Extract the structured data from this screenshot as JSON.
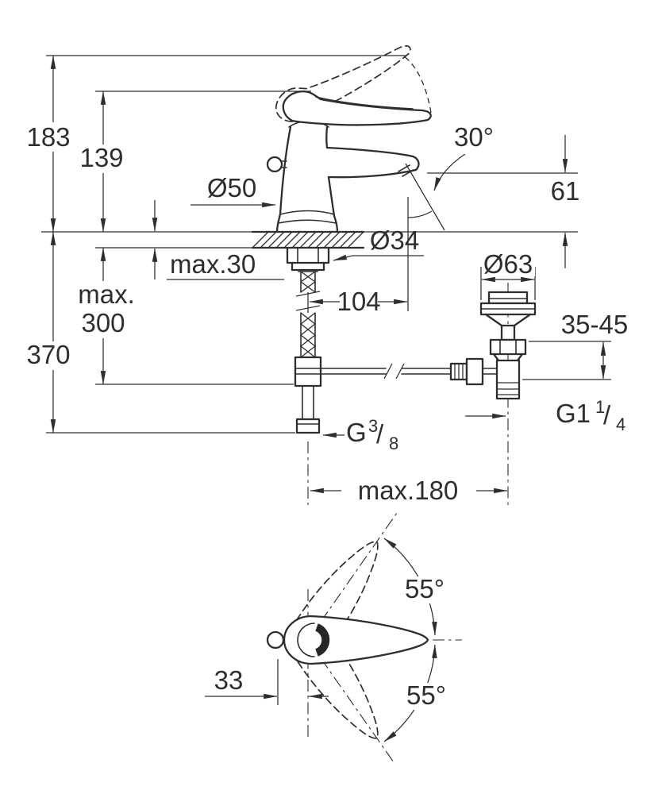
{
  "front_view": {
    "dim_total_height": "183",
    "dim_body_height": "139",
    "dim_spout_angle": "30°",
    "dim_outlet_height": "61",
    "dim_base_diameter": "Ø50",
    "dim_hole_diameter": "Ø34",
    "dim_deck_thickness": "max.30",
    "dim_hose_length_line1": "max.",
    "dim_hose_length_line2": "300",
    "dim_projection": "104",
    "dim_waste_flange": "Ø63",
    "dim_overall_height": "370",
    "dim_clamp_range": "35-45",
    "thread_hose": {
      "prefix": "G",
      "numerator": "3",
      "slash": "/",
      "denominator": "8"
    },
    "thread_waste": {
      "prefix": "G1",
      "numerator": "1",
      "slash": "/",
      "denominator": "4"
    },
    "dim_max_distance": "max.180"
  },
  "plan_view": {
    "dim_swing_upper": "55°",
    "dim_swing_lower": "55°",
    "dim_lever_offset": "33"
  }
}
